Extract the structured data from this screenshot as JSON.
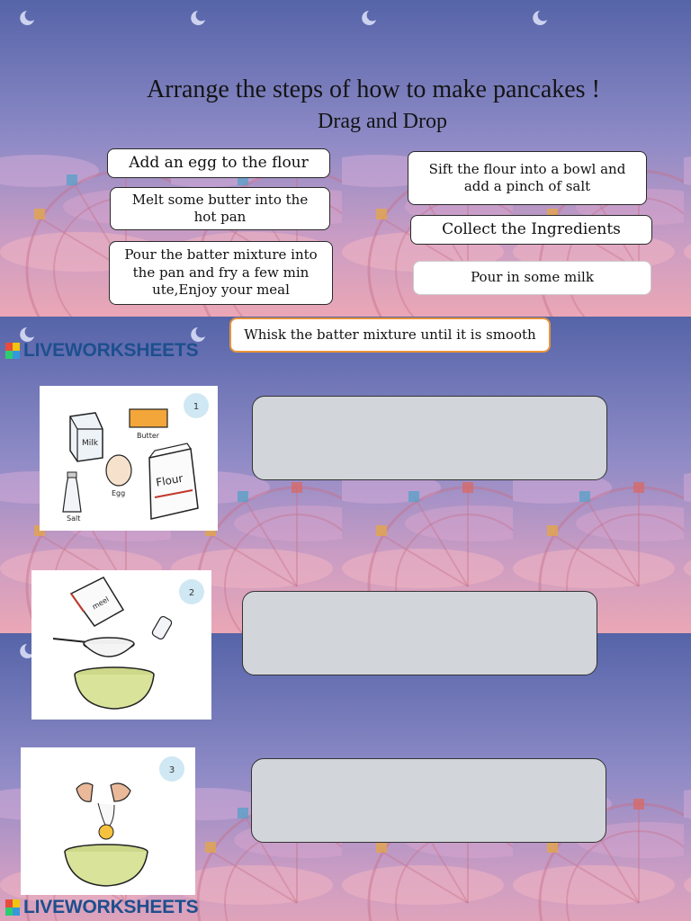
{
  "worksheet": {
    "title": "Arrange the steps of how to make pancakes !",
    "subtitle": "Drag and Drop"
  },
  "branding": {
    "logo_text": "LIVEWORKSHEETS"
  },
  "answer_chips": [
    {
      "id": "add-egg",
      "label": "Add an egg to the flour"
    },
    {
      "id": "melt-butter",
      "label": "Melt some butter into the hot pan"
    },
    {
      "id": "pour-batter",
      "label": "Pour the batter mixture into the pan and fry a few min ute,Enjoy your meal"
    },
    {
      "id": "sift-flour",
      "label": "Sift the flour into a bowl and add a pinch of salt"
    },
    {
      "id": "collect",
      "label": "Collect the Ingredients"
    },
    {
      "id": "milk",
      "label": "Pour in some milk"
    },
    {
      "id": "whisk",
      "label": "Whisk the batter mixture until it is smooth"
    }
  ],
  "steps": [
    {
      "number": "1",
      "illustration": "ingredients",
      "labels": {
        "milk": "Milk",
        "butter": "Butter",
        "egg": "Egg",
        "flour": "Flour",
        "salt": "Salt"
      }
    },
    {
      "number": "2",
      "illustration": "sift-flour",
      "labels": {
        "bag": "meel"
      }
    },
    {
      "number": "3",
      "illustration": "crack-egg"
    }
  ],
  "colors": {
    "drop_zone": "#d2d5da",
    "chip_highlight_border": "#e8933a",
    "sky_top": "#5a6cae",
    "sky_bottom": "#e7a6b6",
    "logo_blue": "#1d4f8e"
  }
}
